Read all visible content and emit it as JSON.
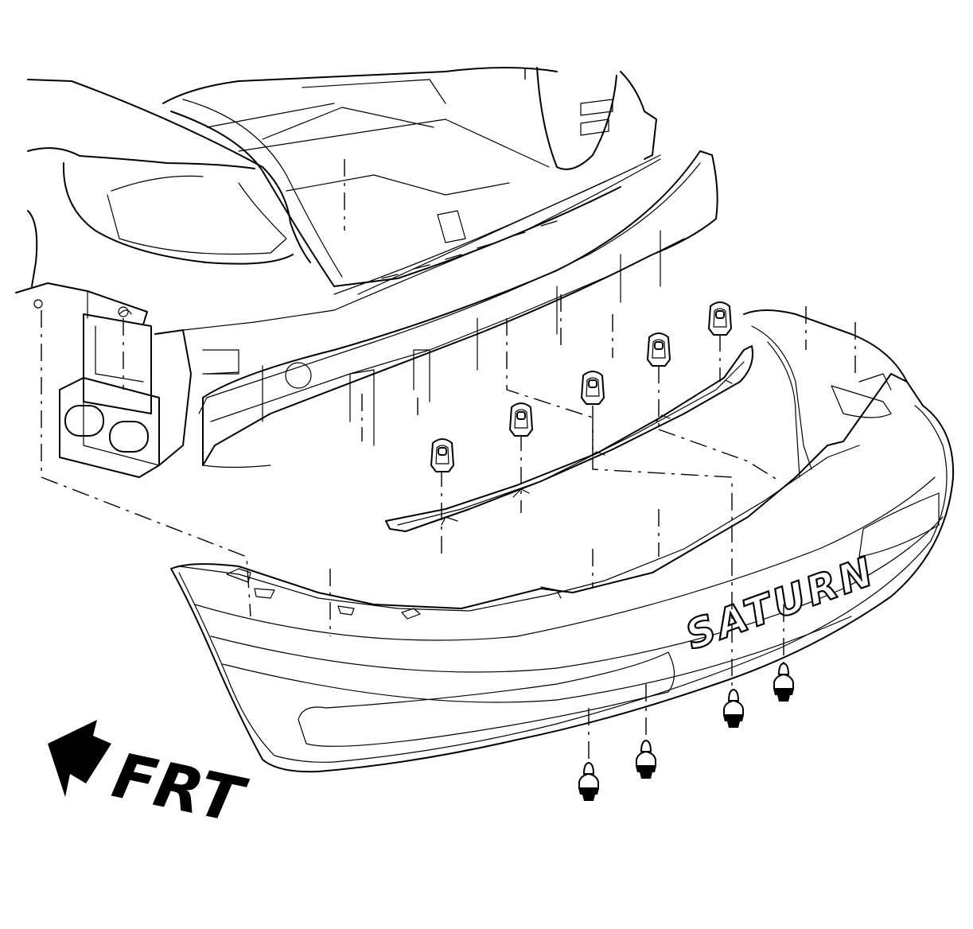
{
  "diagram": {
    "direction_label": "FRT",
    "bumper_badge": "SATURN",
    "parts": [
      {
        "name": "vehicle-rear-body",
        "icon": "car-body-icon"
      },
      {
        "name": "rear-bumper-energy-absorber",
        "icon": "absorber-icon"
      },
      {
        "name": "bumper-fascia-support-rail",
        "icon": "rail-icon"
      },
      {
        "name": "rear-bumper-fascia",
        "icon": "fascia-icon"
      },
      {
        "name": "retainer-clip",
        "icon": "clip-icon",
        "count": 5
      },
      {
        "name": "push-pin-retainer",
        "icon": "push-pin-icon",
        "count": 4
      }
    ]
  }
}
